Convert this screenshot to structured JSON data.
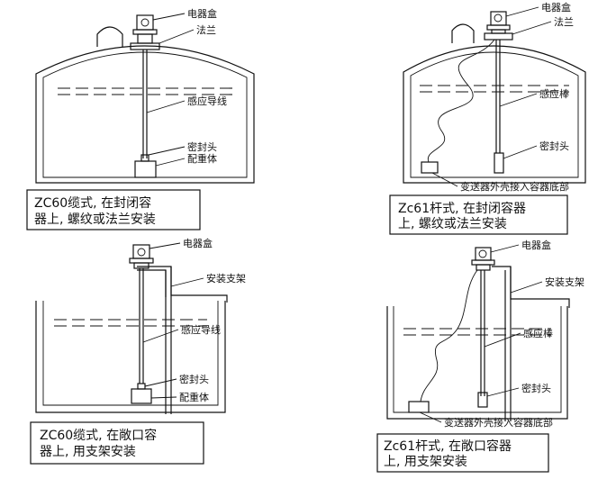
{
  "panels": [
    {
      "labels": {
        "box": "电器盒",
        "flange": "法兰",
        "wire": "感应导线",
        "seal": "密封头",
        "weight": "配重体"
      },
      "caption": [
        "ZC60缆式, 在封闭容",
        "器上, 螺纹或法兰安装"
      ]
    },
    {
      "labels": {
        "box": "电器盒",
        "flange": "法兰",
        "rod": "感应棒",
        "seal": "密封头",
        "transmitter": "变送器外壳接入容器底部"
      },
      "caption": [
        "Zc61杆式, 在封闭容器",
        "上, 螺纹或法兰安装"
      ]
    },
    {
      "labels": {
        "box": "电器盒",
        "bracket": "安装支架",
        "wire": "感应导线",
        "seal": "密封头",
        "weight": "配重体"
      },
      "caption": [
        "ZC60缆式, 在敞口容",
        "器上, 用支架安装"
      ]
    },
    {
      "labels": {
        "box": "电器盒",
        "bracket": "安装支架",
        "rod": "感应棒",
        "seal": "密封头",
        "transmitter": "变送器外壳接入容器底部"
      },
      "caption": [
        "Zc61杆式, 在敞口容器",
        "上, 用支架安装"
      ]
    }
  ]
}
